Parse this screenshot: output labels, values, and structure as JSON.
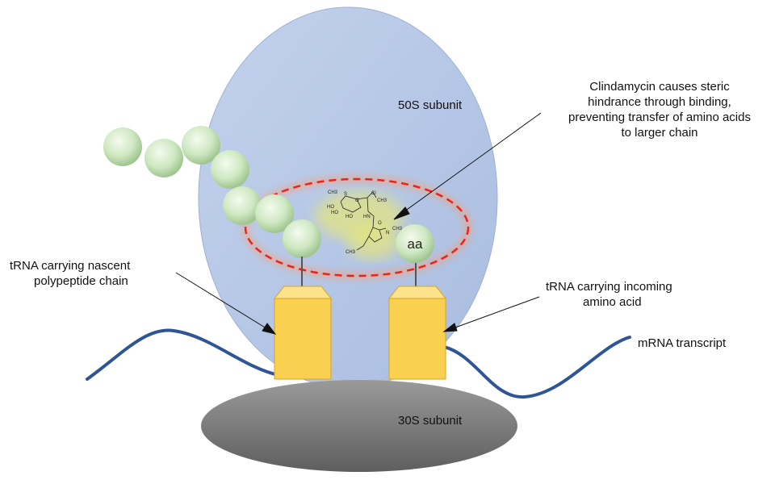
{
  "labels": {
    "large_subunit": "50S subunit",
    "small_subunit": "30S subunit",
    "drug_note": [
      "Clindamycin causes steric",
      "hindrance through binding,",
      "preventing transfer of amino acids",
      "to larger chain"
    ],
    "trna_left": [
      "tRNA carrying nascent",
      "polypeptide chain"
    ],
    "trna_right": [
      "tRNA carrying incoming",
      "amino acid"
    ],
    "mrna": "mRNA transcript",
    "amino_acid": "aa"
  },
  "molecule_atoms": [
    "CH3",
    "S",
    "Cl",
    "HO",
    "HO",
    "HO",
    "O",
    "CH3",
    "HN",
    "O",
    "N",
    "CH3",
    "CH3"
  ],
  "colors": {
    "large_subunit": "#b4c6e4",
    "small_subunit": "#7a7a7a",
    "trna": "#f9d04f",
    "amino_acid_ball": "#d4ecc8",
    "binding_site": "#e8251a",
    "mrna": "#2f5597"
  }
}
